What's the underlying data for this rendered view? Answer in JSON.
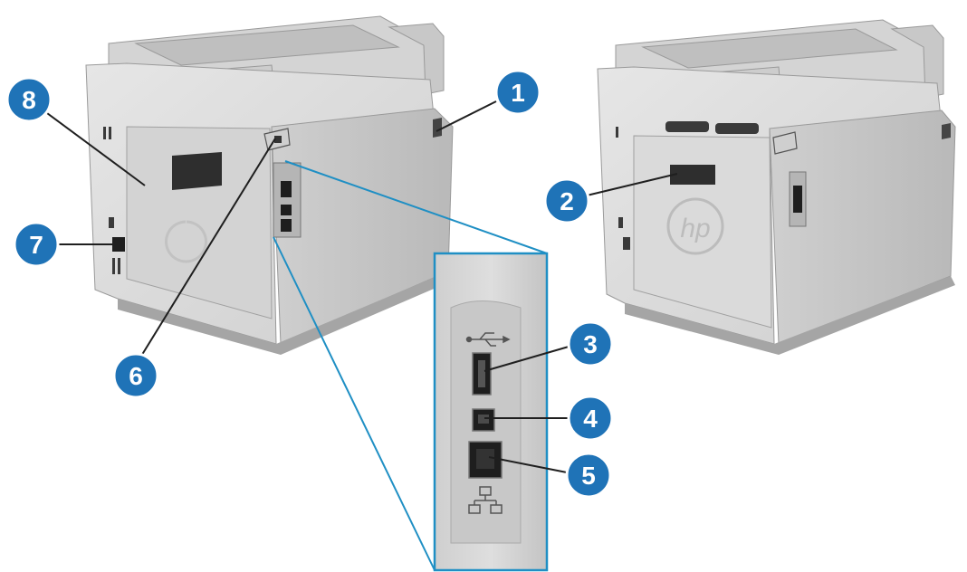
{
  "colors": {
    "callout_fill": "#1f73b7",
    "callout_ring": "#ffffff",
    "leader_line": "#1f8fc4",
    "body_light": "#dcdcdc",
    "body_mid": "#c7c7c7",
    "body_dark": "#a9a9a9",
    "port_dark": "#1e1e1e"
  },
  "callouts": [
    {
      "id": "1",
      "label": "1"
    },
    {
      "id": "2",
      "label": "2"
    },
    {
      "id": "3",
      "label": "3"
    },
    {
      "id": "4",
      "label": "4"
    },
    {
      "id": "5",
      "label": "5"
    },
    {
      "id": "6",
      "label": "6"
    },
    {
      "id": "7",
      "label": "7"
    },
    {
      "id": "8",
      "label": "8"
    }
  ],
  "logo": {
    "text": "hp"
  },
  "icons": {
    "usb": "usb-icon",
    "network": "network-icon"
  }
}
